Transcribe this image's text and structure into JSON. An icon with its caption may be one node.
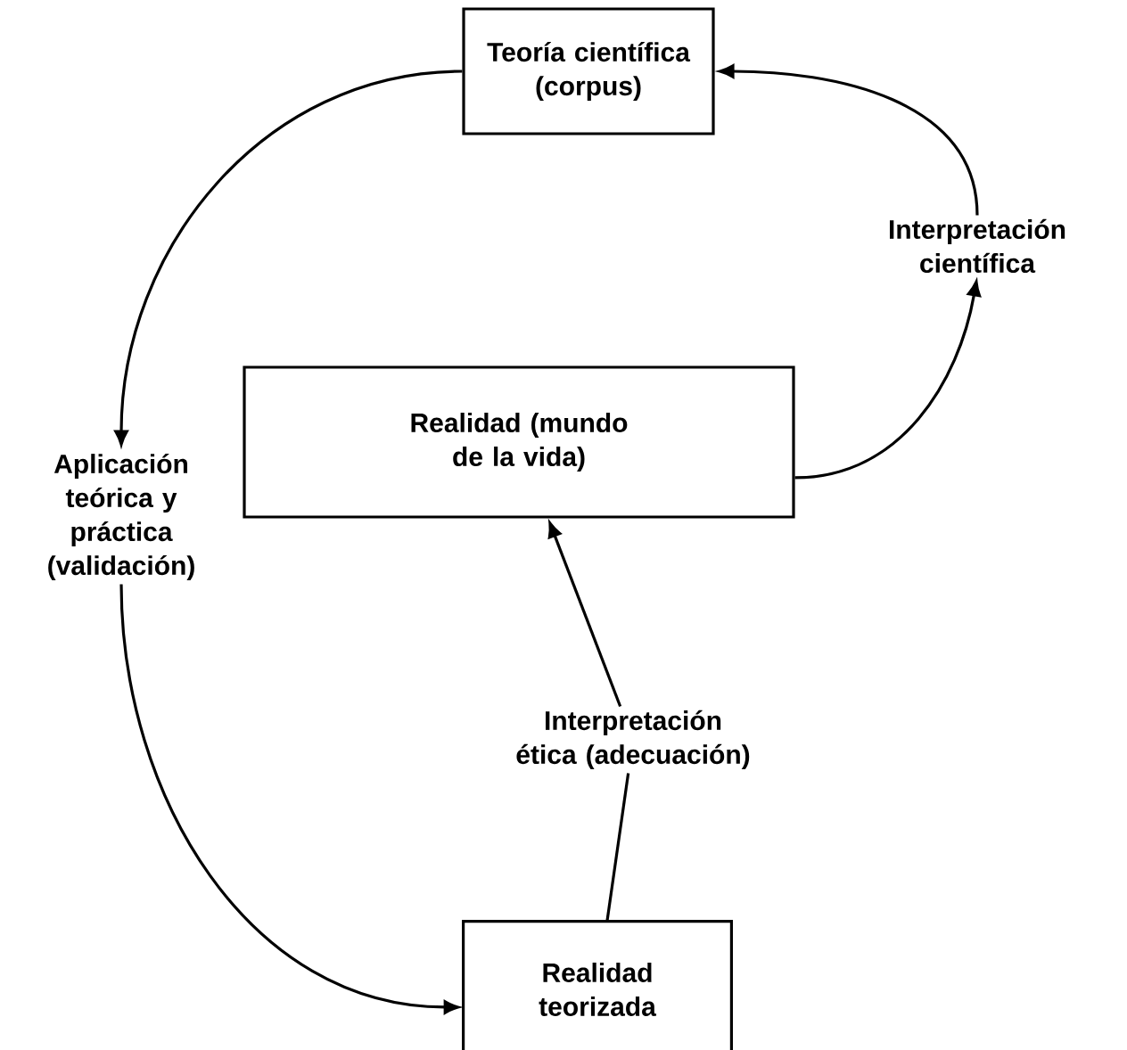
{
  "diagram": {
    "nodes": [
      {
        "text": [
          "Teoría científica (corpus)"
        ]
      },
      {
        "text": [
          "Realidad (mundo de la vida)"
        ]
      },
      {
        "text": [
          "Realidad teorizada"
        ]
      },
      {
        "text": [
          "Interpretación científica"
        ]
      },
      {
        "text": [
          "Aplicación teórica y práctica (validación)"
        ]
      },
      {
        "text": [
          "Interpretación ética (adecuación)"
        ]
      }
    ],
    "edges": [
      {
        "from": 1,
        "to": 3,
        "arrow": "to"
      },
      {
        "from": 3,
        "to": 0,
        "arrow": "to"
      },
      {
        "from": 0,
        "to": 4,
        "arrow": "to"
      },
      {
        "from": 4,
        "to": 2,
        "arrow": "to"
      },
      {
        "from": 2,
        "to": 5,
        "arrow": "none"
      },
      {
        "from": 5,
        "to": 1,
        "arrow": "to"
      }
    ]
  }
}
